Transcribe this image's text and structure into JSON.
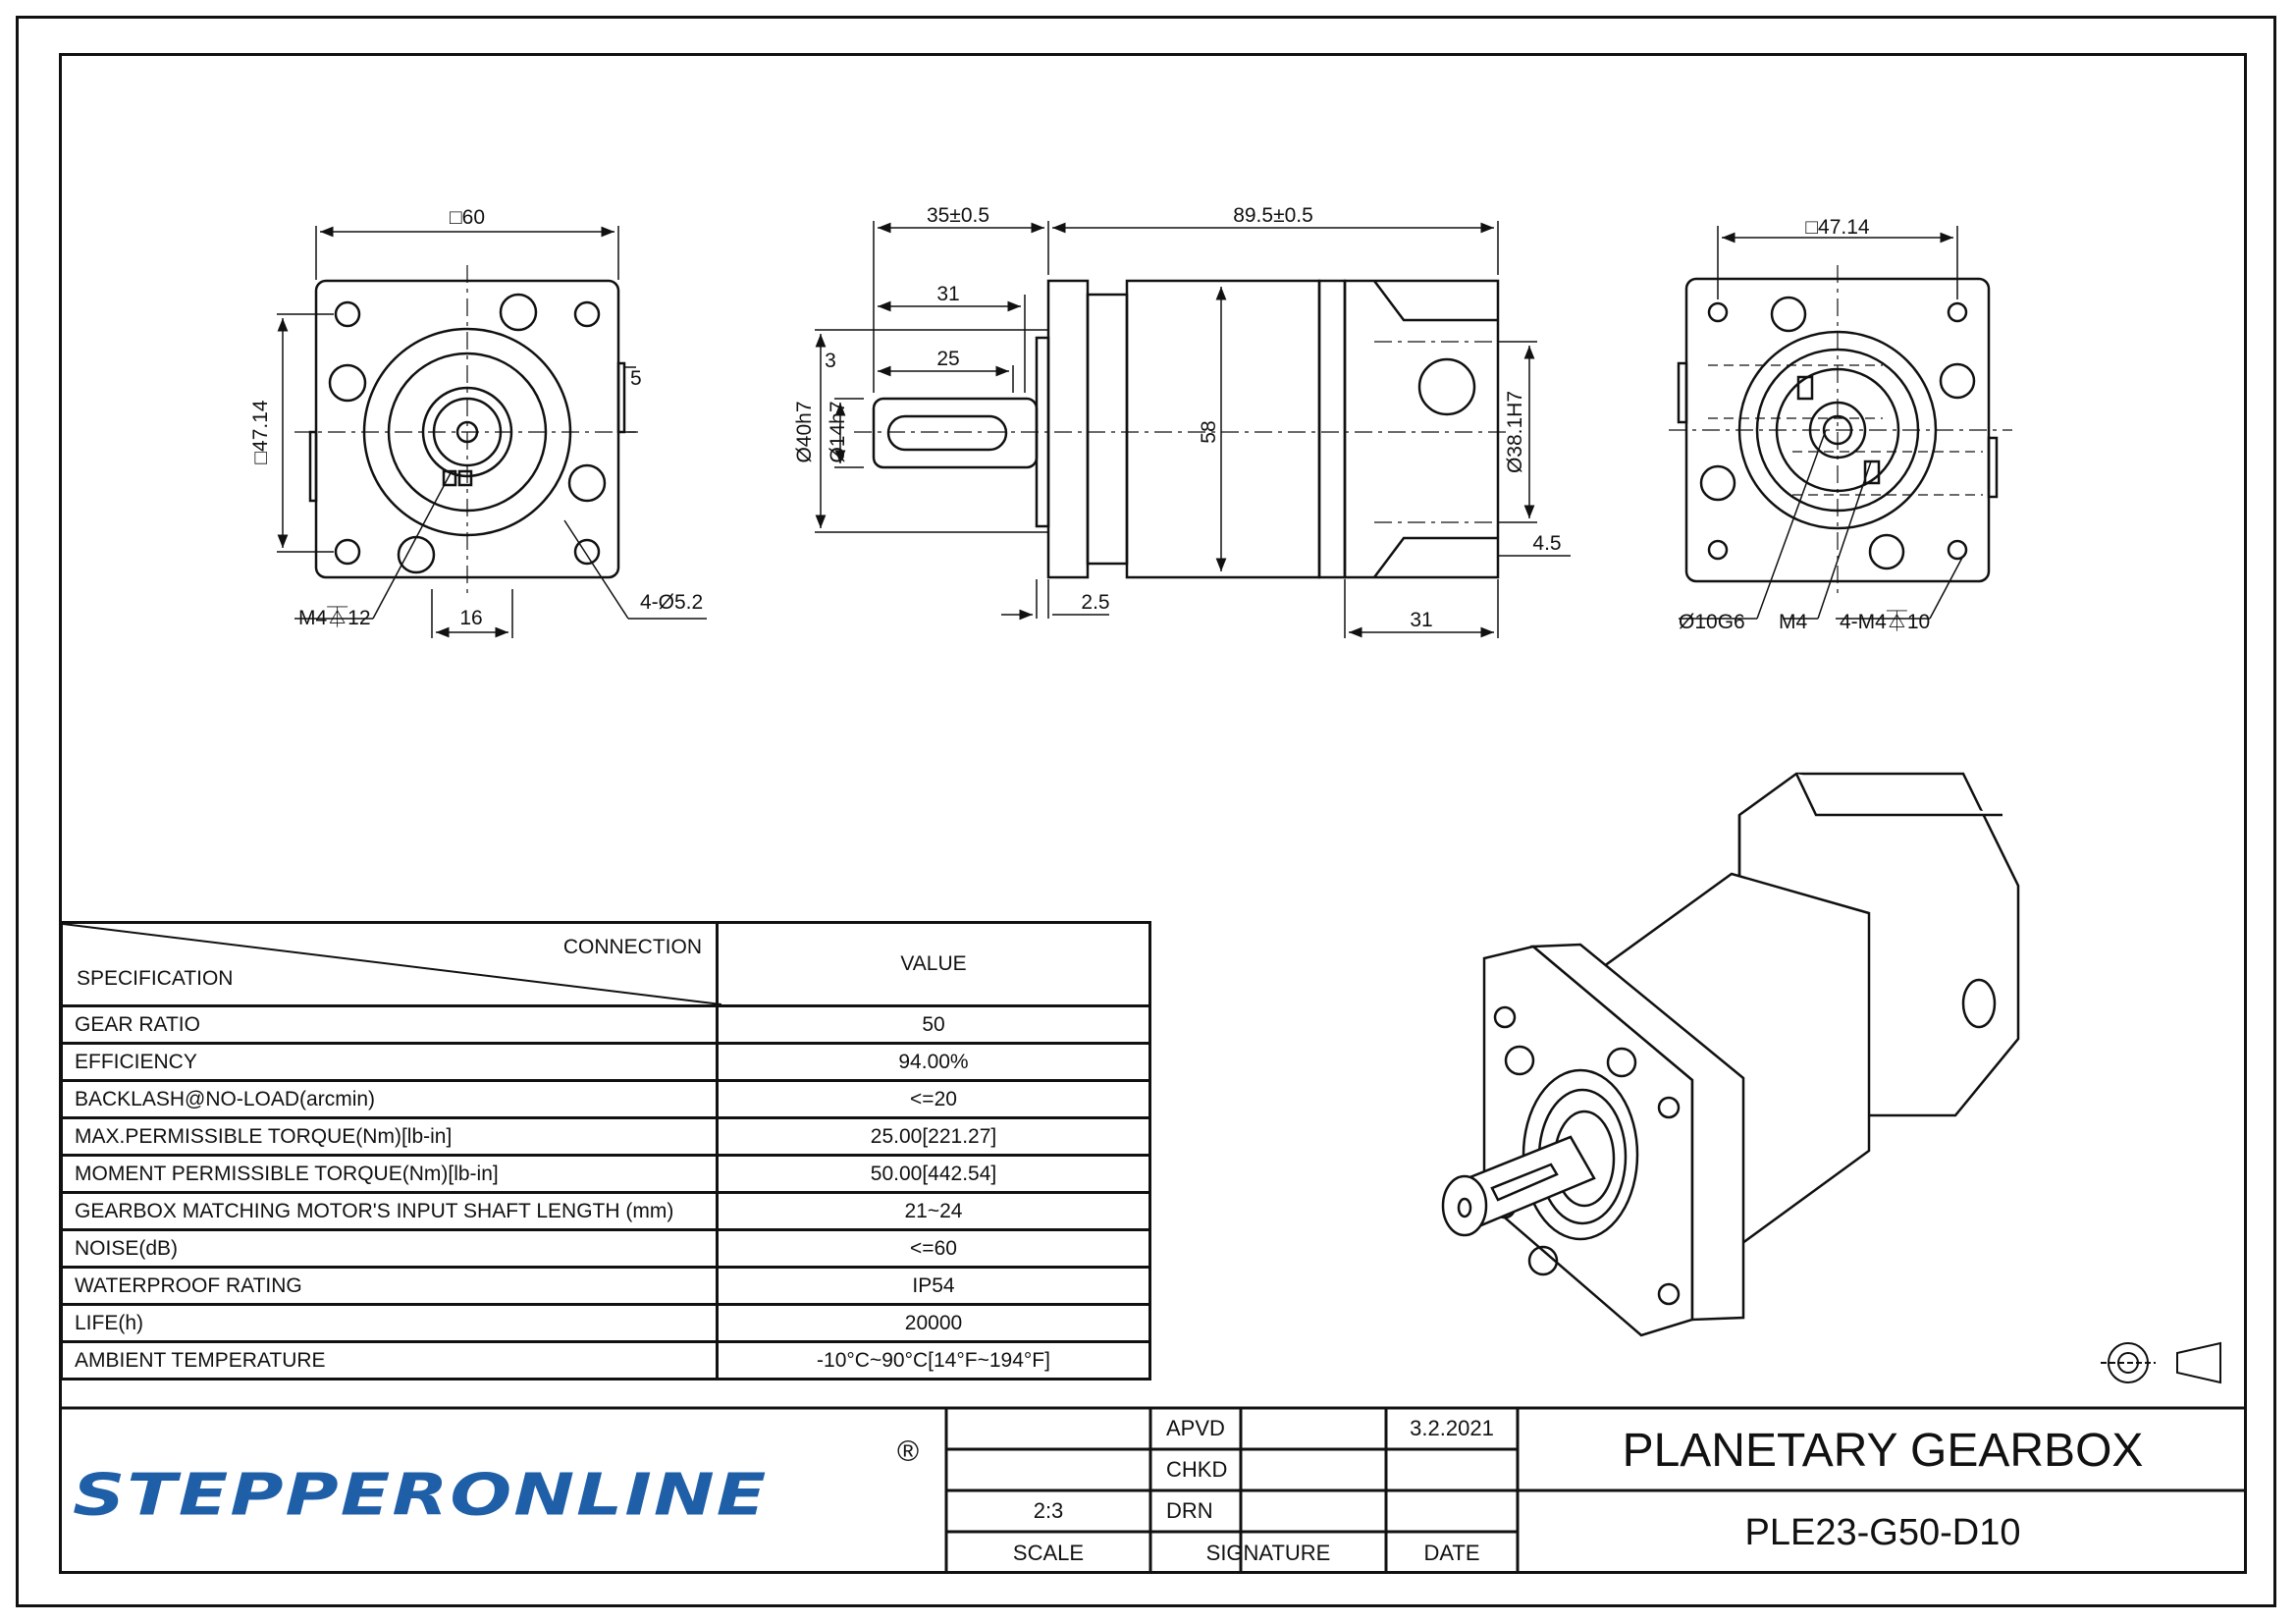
{
  "front_view": {
    "dim_square": "□60",
    "dim_side": "□47.14",
    "dim_five": "5",
    "thread": "M4⏄12",
    "key_width": "16",
    "holes": "4-Ø5.2"
  },
  "side_view": {
    "dim_a": "35±0.5",
    "dim_b": "89.5±0.5",
    "dim_c": "31",
    "dim_d": "3",
    "dim_e": "25",
    "dim_f": "Ø40h7",
    "dim_g": "Ø14h7",
    "dim_h": "58",
    "dim_i": "Ø38.1H7",
    "dim_j": "4.5",
    "dim_k": "2.5",
    "dim_l": "31"
  },
  "rear_view": {
    "dim_square": "□47.14",
    "bore": "Ø10G6",
    "thread": "M4",
    "holes": "4-M4⏄10"
  },
  "spec_table": {
    "header_connection": "CONNECTION",
    "header_spec": "SPECIFICATION",
    "header_value": "VALUE",
    "rows": [
      {
        "label": "GEAR RATIO",
        "value": "50"
      },
      {
        "label": "EFFICIENCY",
        "value": "94.00%"
      },
      {
        "label": "BACKLASH@NO-LOAD(arcmin)",
        "value": "<=20"
      },
      {
        "label": "MAX.PERMISSIBLE TORQUE(Nm)[lb-in]",
        "value": "25.00[221.27]"
      },
      {
        "label": "MOMENT PERMISSIBLE TORQUE(Nm)[lb-in]",
        "value": "50.00[442.54]"
      },
      {
        "label": "GEARBOX MATCHING MOTOR'S INPUT SHAFT LENGTH (mm)",
        "value": "21~24"
      },
      {
        "label": "NOISE(dB)",
        "value": "<=60"
      },
      {
        "label": "WATERPROOF RATING",
        "value": "IP54"
      },
      {
        "label": "LIFE(h)",
        "value": "20000"
      },
      {
        "label": "AMBIENT TEMPERATURE",
        "value": "-10°C~90°C[14°F~194°F]"
      }
    ]
  },
  "title_block": {
    "logo": "STEPPERONLINE",
    "registered": "®",
    "apvd": "APVD",
    "chkd": "CHKD",
    "drn": "DRN",
    "date_value": "3.2.2021",
    "scale_value": "2:3",
    "scale_label": "SCALE",
    "signature_label": "SIGNATURE",
    "date_label": "DATE",
    "title": "PLANETARY GEARBOX",
    "part_number": "PLE23-G50-D10"
  },
  "colors": {
    "line": "#111111",
    "logo_blue": "#1f5fa8"
  }
}
